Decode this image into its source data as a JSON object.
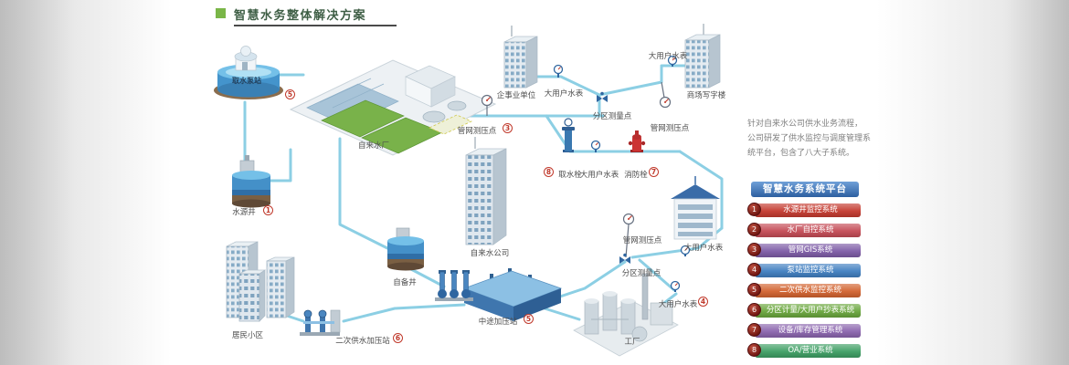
{
  "page": {
    "title": "智慧水务整体解决方案",
    "accent_green": "#7ab648"
  },
  "diagram": {
    "pipe_color": "#8ccfe4",
    "labels": {
      "intake_pump_station": "取水泵站",
      "water_plant": "自来水厂",
      "source_well": "水源井",
      "enterprise_unit": "企事业单位",
      "large_user_meter": "大用户水表",
      "district_metering_point": "分区测量点",
      "mall_office_building": "商场写字楼",
      "pipe_pressure_point": "管网测压点",
      "water_intake_hydrant": "取水栓",
      "fire_hydrant": "消防栓",
      "water_company": "自来水公司",
      "private_well": "自备井",
      "mid_boost_station": "中途加压站",
      "secondary_boost_station": "二次供水加压站",
      "residential_community": "居民小区",
      "factory": "工厂"
    },
    "badges": {
      "b1": "1",
      "b3": "3",
      "b4": "4",
      "b5": "5",
      "b6": "6",
      "b7": "7",
      "b8": "8"
    }
  },
  "intro": {
    "line1": "针对自来水公司供水业务流程，",
    "line2": "公司研发了供水监控与调度管理系",
    "line3": "统平台，包含了八大子系统。"
  },
  "panel": {
    "title": "智慧水务系统平台",
    "header_color": "#2d5fa0",
    "badge_color": "#6e1510",
    "systems": [
      {
        "num": "1",
        "label": "水源井监控系统",
        "color": "#c4392e"
      },
      {
        "num": "2",
        "label": "水厂自控系统",
        "color": "#c44a55"
      },
      {
        "num": "3",
        "label": "管网GIS系统",
        "color": "#7d5ba6"
      },
      {
        "num": "4",
        "label": "泵站监控系统",
        "color": "#3f7ec0"
      },
      {
        "num": "5",
        "label": "二次供水监控系统",
        "color": "#d2622e"
      },
      {
        "num": "6",
        "label": "分区计量/大用户抄表系统",
        "color": "#69a63c"
      },
      {
        "num": "7",
        "label": "设备/库存管理系统",
        "color": "#8a64ad"
      },
      {
        "num": "8",
        "label": "OA/营业系统",
        "color": "#3d9e63"
      }
    ]
  }
}
